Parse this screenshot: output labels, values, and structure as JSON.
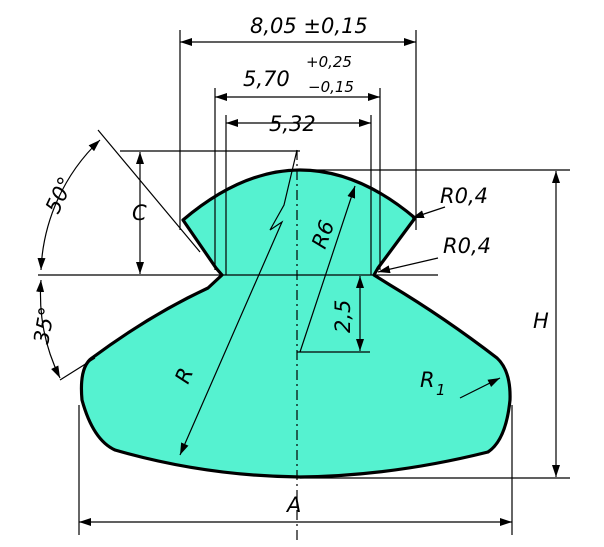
{
  "colors": {
    "profile_fill": "#55F2D0",
    "line": "#000000"
  },
  "dimensions": {
    "overall_width": "8,05 ±0,15",
    "mid_width_base": "5,70",
    "mid_width_upper_tol": "+0,25",
    "mid_width_lower_tol": "−0,15",
    "inner_width": "5,32",
    "chamfer_height": "C",
    "angle_upper": "50°",
    "angle_lower": "35°",
    "radius_top_right": "R0,4",
    "radius_neck": "R0,4",
    "radius_crown": "R6",
    "radius_base": "R",
    "radius_side": "R",
    "radius_side_sub": "1",
    "neck_offset": "2,5",
    "height": "H",
    "base_width": "A"
  }
}
